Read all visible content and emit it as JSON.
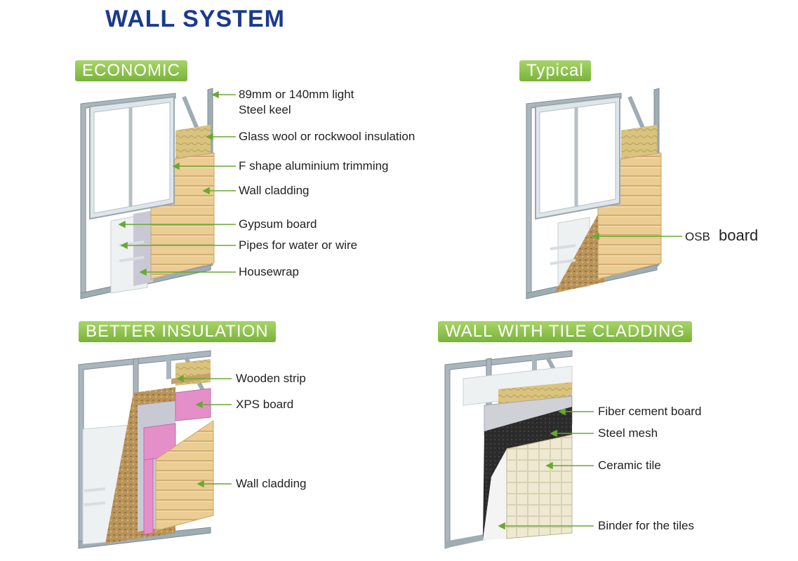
{
  "title": "WALL SYSTEM",
  "panels": {
    "economic": {
      "tag": "ECONOMIC",
      "labels": [
        "89mm or 140mm light",
        "Steel keel",
        "Glass wool or rockwool insulation",
        "F shape aluminium trimming",
        "Wall cladding",
        "Gypsum board",
        "Pipes for water or wire",
        "Housewrap"
      ]
    },
    "typical": {
      "tag": "Typical",
      "labels": [
        "OSB",
        "board"
      ]
    },
    "better_insulation": {
      "tag": "BETTER INSULATION",
      "labels": [
        "Wooden strip",
        "XPS board",
        "Wall cladding"
      ]
    },
    "tile_cladding": {
      "tag": "WALL WITH TILE CLADDING",
      "labels": [
        "Fiber cement board",
        "Steel mesh",
        "Ceramic tile",
        "Binder for the tiles"
      ]
    }
  },
  "colors": {
    "title": "#1a3a8c",
    "tag_green": "#79b33a",
    "leader_green": "#6aa832",
    "steel": "#a9b6bd",
    "cladding": "#e8c98e",
    "insulation": "#d9c07a",
    "osb": "#b89458",
    "xps": "#e58fc8",
    "housewrap": "#c9c9d6",
    "mesh": "#2d2d2d",
    "tile": "#ece7cd"
  }
}
